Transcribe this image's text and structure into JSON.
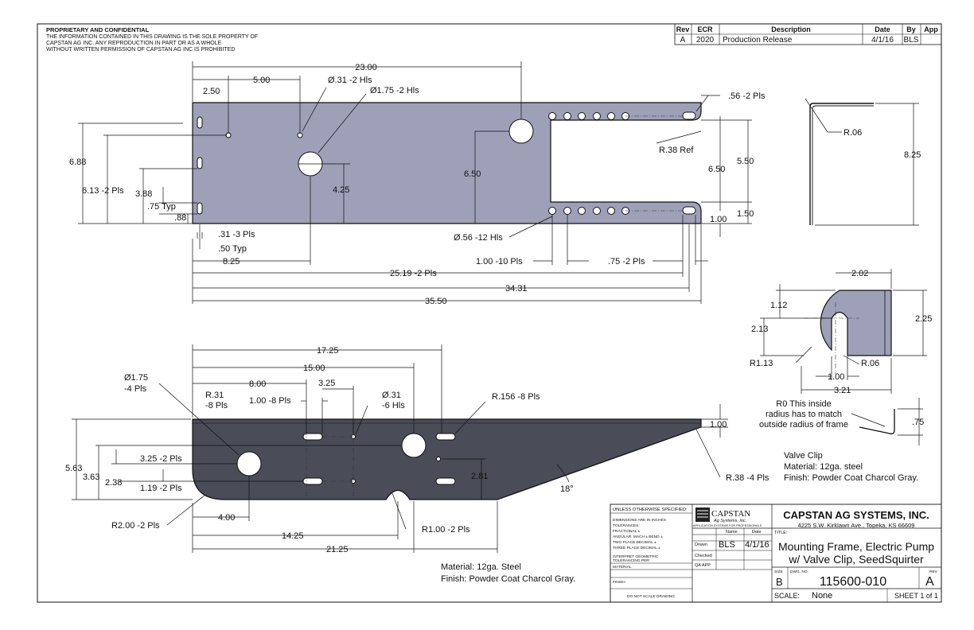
{
  "notice": {
    "heading": "PROPRIETARY AND CONFIDENTIAL",
    "lines": [
      "THE INFORMATION CONTAINED IN THIS DRAWING IS THE SOLE PROPERTY OF",
      "CAPSTAN AG INC. ANY REPRODUCTION IN PART OR AS A WHOLE",
      "WITHOUT WRITTEN PERMISSION OF CAPSTAN AG INC IS PROHIBITED"
    ]
  },
  "revision_table": {
    "headers": [
      "Rev",
      "ECR",
      "Description",
      "Date",
      "By",
      "App"
    ],
    "rows": [
      {
        "rev": "A",
        "ecr": "2020",
        "description": "Production Release",
        "date": "4/1/16",
        "by": "BLS",
        "app": ""
      }
    ]
  },
  "top_view": {
    "dims": {
      "overall_top": "23.00",
      "d250": "2.50",
      "d500": "5.00",
      "hole_031": "Ø.31 -2 Hls",
      "hole_175": "Ø1.75 -2 Hls",
      "d056": ".56 -2 Pls",
      "r038ref": "R.38 Ref",
      "d688": "6.88",
      "d613": "6.13 -2 Pls",
      "d388": "3.88",
      "d075typ": ".75 Typ",
      "d088": ".88",
      "d425": "4.25",
      "d650a": "6.50",
      "d650b": "6.50",
      "d550": "5.50",
      "d150": "1.50",
      "d100": "1.00",
      "d031": ".31 -3 Pls",
      "d050typ": ".50 Typ",
      "d825": "8.25",
      "hole_056": "Ø.56 -12 Hls",
      "d100_10": "1.00 -10 Pls",
      "d075_2": ".75 -2 Pls",
      "d2519": "25.19 -2 Pls",
      "d3431": "34.31",
      "d3550": "35.50"
    }
  },
  "side_view": {
    "dims": {
      "d1725": "17.25",
      "d1500": "15.00",
      "hole175_a": "Ø1.75",
      "hole175_b": "-4 Pls",
      "d800": "8.00",
      "r031_a": "R.31",
      "r031_b": "-8 Pls",
      "d100_8": "1.00 -8 Pls",
      "d325": "3.25",
      "hole031_a": "Ø.31",
      "hole031_b": "-6 Hls",
      "r156": "R.156 -8 Pls",
      "d100": "1.00",
      "d563": "5.63",
      "d363": "3.63",
      "d238": "2.38",
      "d325_2": "3.25 -2 Pls",
      "d119_2": "1.19 -2 Pls",
      "d281": "2.81",
      "angle": "18°",
      "r038": "R.38 -4 Pls",
      "d400": "4.00",
      "r200": "R2.00 -2 Pls",
      "d1425": "14.25",
      "r100": "R1.00 -2 Pls",
      "d2125": "21.25"
    },
    "material": "Material: 12ga. Steel",
    "finish": "Finish: Powder Coat Charcol Gray."
  },
  "bend_view": {
    "r006": "R.06",
    "d825": "8.25"
  },
  "valve_clip": {
    "dims": {
      "d202": "2.02",
      "d112": "1.12",
      "d225": "2.25",
      "d213": "2.13",
      "r113": "R1.13",
      "r006": "R.06",
      "d100": "1.00",
      "d321": "3.21",
      "d075": ".75"
    },
    "note_lines": [
      "R0 This inside",
      "radius has to match",
      "outside radius of frame"
    ],
    "title": "Valve Clip",
    "material": "Material: 12ga. steel",
    "finish": "Finish: Powder Coat Charcol Gray."
  },
  "title_block": {
    "unless": "UNLESS OTHERWISE SPECIFIED:",
    "tol_lines": [
      "DIMENSIONS ARE IN INCHES",
      "TOLERANCES:",
      "FRACTIONAL ±",
      "ANGULAR: MACH ±   BEND ±",
      "TWO PLACE DECIMAL   ±",
      "THREE PLACE DECIMAL  ±"
    ],
    "interp": "INTERPRET GEOMETRIC",
    "interp2": "TOLERANCING PER:",
    "material_label": "MATERIAL",
    "finish_label": "FINISH",
    "do_not_scale": "DO NOT SCALE DRAWING",
    "logo_name": "CAPSTAN",
    "logo_sub": "Ag Systems, Inc.",
    "logo_tag": "APPLICATION SYSTEMS FOR PROFESSIONALS",
    "name_hdr": "Name",
    "date_hdr": "Date",
    "drawn_label": "Drawn",
    "drawn_name": "BLS",
    "drawn_date": "4/1/16",
    "checked_label": "Checked",
    "qa_label": "QA APP",
    "company": "CAPSTAN AG SYSTEMS, INC.",
    "address": "4225 S.W. Kirklawn Ave., Topeka, KS 66609",
    "title_label": "TITLE:",
    "title1": "Mounting Frame, Electric Pump",
    "title2": "w/ Valve Clip, SeedSquirter",
    "size_label": "SIZE",
    "size": "B",
    "dwg_label": "DWG. NO.",
    "dwg_no": "115600-010",
    "rev_label": "REV",
    "rev": "A",
    "scale_label": "SCALE:",
    "scale": "None",
    "sheet": "SHEET 1 of 1"
  }
}
